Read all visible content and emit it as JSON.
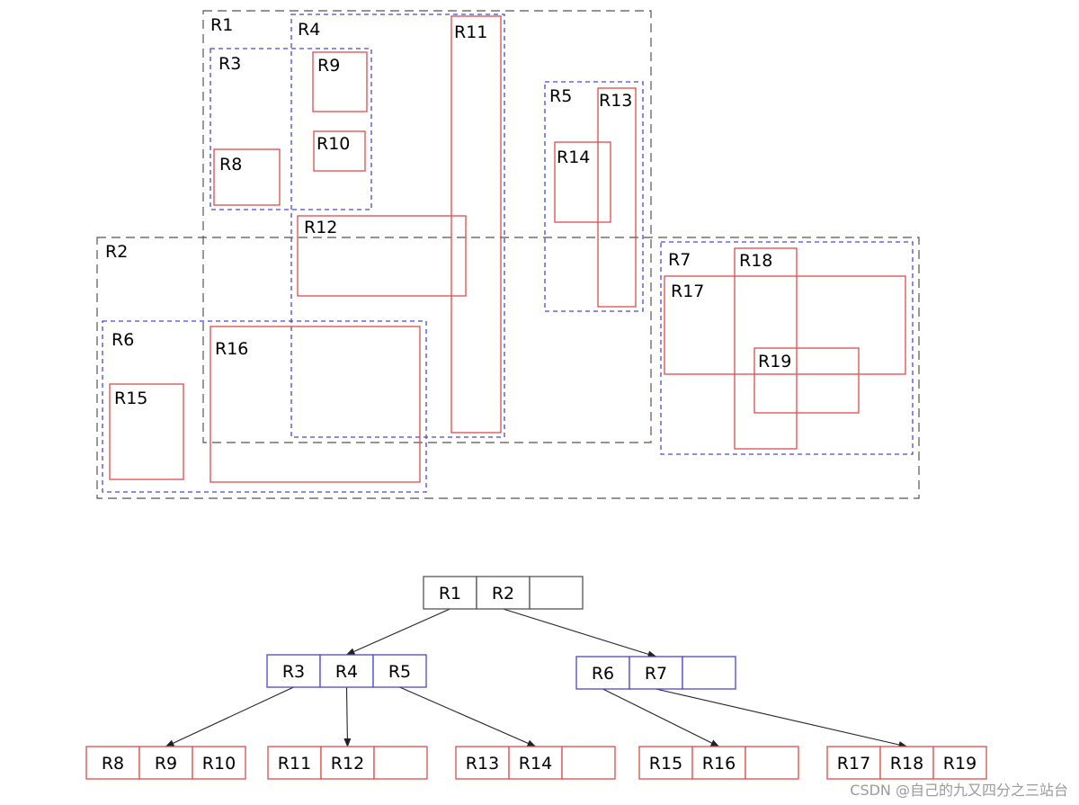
{
  "colors": {
    "level1": "#555555",
    "level2": "#4848d0",
    "leaf": "#e04a4a",
    "edge": "#222222"
  },
  "regions": [
    {
      "id": "r1",
      "label": "R1",
      "level": "level1"
    },
    {
      "id": "r2",
      "label": "R2",
      "level": "level1"
    },
    {
      "id": "r3",
      "label": "R3",
      "level": "level2"
    },
    {
      "id": "r4",
      "label": "R4",
      "level": "level2"
    },
    {
      "id": "r5",
      "label": "R5",
      "level": "level2"
    },
    {
      "id": "r6",
      "label": "R6",
      "level": "level2"
    },
    {
      "id": "r7",
      "label": "R7",
      "level": "level2"
    },
    {
      "id": "r8",
      "label": "R8",
      "level": "leaf"
    },
    {
      "id": "r9",
      "label": "R9",
      "level": "leaf"
    },
    {
      "id": "r10",
      "label": "R10",
      "level": "leaf"
    },
    {
      "id": "r11",
      "label": "R11",
      "level": "leaf"
    },
    {
      "id": "r12",
      "label": "R12",
      "level": "leaf"
    },
    {
      "id": "r13",
      "label": "R13",
      "level": "leaf"
    },
    {
      "id": "r14",
      "label": "R14",
      "level": "leaf"
    },
    {
      "id": "r15",
      "label": "R15",
      "level": "leaf"
    },
    {
      "id": "r16",
      "label": "R16",
      "level": "leaf"
    },
    {
      "id": "r17",
      "label": "R17",
      "level": "leaf"
    },
    {
      "id": "r18",
      "label": "R18",
      "level": "leaf"
    },
    {
      "id": "r19",
      "label": "R19",
      "level": "leaf"
    }
  ],
  "tree": {
    "nodes": [
      {
        "id": "root",
        "level": "level1",
        "entries": [
          "R1",
          "R2",
          ""
        ]
      },
      {
        "id": "n-r1",
        "level": "level2",
        "entries": [
          "R3",
          "R4",
          "R5"
        ]
      },
      {
        "id": "n-r2",
        "level": "level2",
        "entries": [
          "R6",
          "R7",
          ""
        ]
      },
      {
        "id": "n-r3",
        "level": "leaf",
        "entries": [
          "R8",
          "R9",
          "R10"
        ]
      },
      {
        "id": "n-r4",
        "level": "leaf",
        "entries": [
          "R11",
          "R12",
          ""
        ]
      },
      {
        "id": "n-r5",
        "level": "leaf",
        "entries": [
          "R13",
          "R14",
          ""
        ]
      },
      {
        "id": "n-r6",
        "level": "leaf",
        "entries": [
          "R15",
          "R16",
          ""
        ]
      },
      {
        "id": "n-r7",
        "level": "leaf",
        "entries": [
          "R17",
          "R18",
          "R19"
        ]
      }
    ],
    "edges": [
      {
        "from": "root",
        "slot": 0,
        "to": "n-r1"
      },
      {
        "from": "root",
        "slot": 1,
        "to": "n-r2"
      },
      {
        "from": "n-r1",
        "slot": 0,
        "to": "n-r3"
      },
      {
        "from": "n-r1",
        "slot": 1,
        "to": "n-r4"
      },
      {
        "from": "n-r1",
        "slot": 2,
        "to": "n-r5"
      },
      {
        "from": "n-r2",
        "slot": 0,
        "to": "n-r6"
      },
      {
        "from": "n-r2",
        "slot": 1,
        "to": "n-r7"
      }
    ]
  },
  "watermark": "CSDN @自己的九又四分之三站台"
}
